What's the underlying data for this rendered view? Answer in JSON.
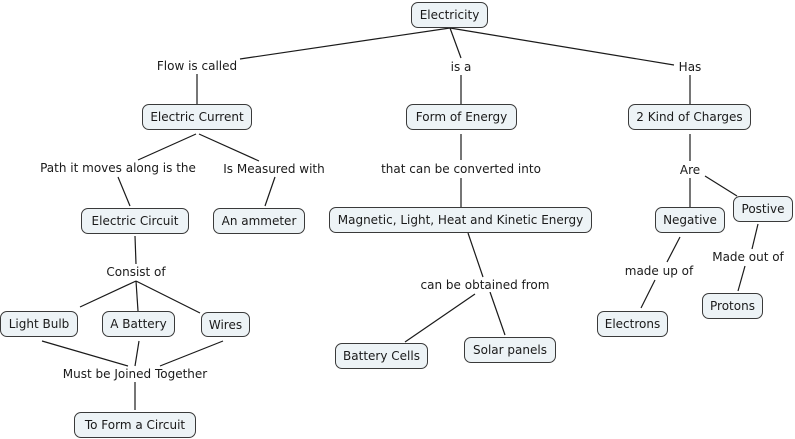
{
  "map": {
    "concepts": {
      "electricity": "Electricity",
      "electric_current": "Electric Current",
      "form_of_energy": "Form of Energy",
      "two_kind_of_charges": "2 Kind of Charges",
      "electric_circuit": "Electric Circuit",
      "ammeter": "An ammeter",
      "energy_types": "Magnetic, Light, Heat and Kinetic Energy",
      "negative": "Negative",
      "positive": "Postive",
      "light_bulb": "Light Bulb",
      "battery": "A Battery",
      "wires": "Wires",
      "battery_cells": "Battery Cells",
      "solar_panels": "Solar panels",
      "electrons": "Electrons",
      "protons": "Protons",
      "form_circuit": "To Form a Circuit"
    },
    "linking_phrases": {
      "flow_is_called": "Flow is called",
      "is_a": "is a",
      "has": "Has",
      "path_moves_along": "Path it moves along is the",
      "is_measured_with": "Is Measured with",
      "converted_into": "that can be converted into",
      "are": "Are",
      "consist_of": "Consist of",
      "obtained_from": "can be obtained from",
      "made_up_of": "made up of",
      "made_out_of": "Made out of",
      "must_be_joined": "Must be Joined Together"
    },
    "colors": {
      "concept_fill": "#edf3f6",
      "concept_border": "#3a3a3a",
      "link_line": "#1a1a1a"
    }
  }
}
